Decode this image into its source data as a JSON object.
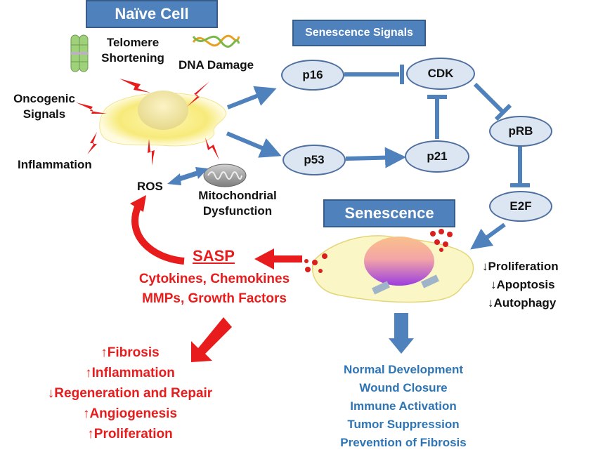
{
  "header": {
    "naive_cell": "Naïve Cell",
    "senescence_signals": "Senescence Signals",
    "senescence": "Senescence"
  },
  "stressors": {
    "telomere": [
      "Telomere",
      "Shortening"
    ],
    "dna_damage": "DNA Damage",
    "oncogenic": [
      "Oncogenic",
      "Signals"
    ],
    "inflammation": "Inflammation",
    "ros": "ROS",
    "mito": [
      "Mitochondrial",
      "Dysfunction"
    ]
  },
  "pathway": {
    "p16": "p16",
    "cdk": "CDK",
    "p53": "p53",
    "p21": "p21",
    "prb": "pRB",
    "e2f": "E2F"
  },
  "senescence_effects": [
    "↓Proliferation",
    "↓Apoptosis",
    "↓Autophagy"
  ],
  "sasp": {
    "title": "SASP",
    "lines": [
      "Cytokines, Chemokines",
      "MMPs, Growth Factors"
    ]
  },
  "sasp_outcomes": [
    "↑Fibrosis",
    "↑Inflammation",
    "↓Regeneration and Repair",
    "↑Angiogenesis",
    "↑Proliferation"
  ],
  "beneficial_outcomes": [
    "Normal Development",
    "Wound Closure",
    "Immune Activation",
    "Tumor Suppression",
    "Prevention of Fibrosis"
  ],
  "colors": {
    "title_fill": "#4f81bd",
    "arrow_blue": "#4f81bd",
    "sasp_red": "#e81c1c",
    "outcome_blue": "#2e75b6",
    "oval_fill": "#dce6f2"
  }
}
